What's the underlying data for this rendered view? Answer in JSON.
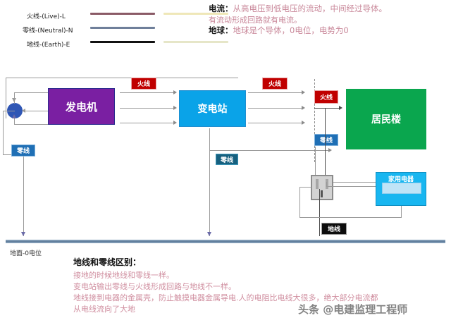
{
  "legend": {
    "items": [
      {
        "label": "火线-(Live)-L",
        "color": "#8a5a66",
        "glow": "#efe7b8"
      },
      {
        "label": "零线-(Neutral)-N",
        "color": "#6f7f9a",
        "glow": "#ffffff"
      },
      {
        "label": "地线-(Earth)-E",
        "color": "#111111",
        "glow": "#e6e6c8"
      }
    ]
  },
  "notes_top": {
    "line1_key": "电流：",
    "line1_text": "从高电压到低电压的流动，中间经过导体。",
    "line2_text": "有流动形成回路就有电流。",
    "line3_key": "地球：",
    "line3_text": "地球是个导体，0电位，电势为0"
  },
  "blocks": {
    "generator": "发电机",
    "substation": "变电站",
    "residential": "居民楼",
    "appliance": "家用电器"
  },
  "tags": {
    "live_1": "火线",
    "live_2": "火线",
    "live_3": "火线",
    "neutral_left": "零线",
    "neutral_mid": "零线",
    "neutral_right": "零线",
    "earth": "地线"
  },
  "ground": {
    "caption": "地面-0电位"
  },
  "notes_bottom": {
    "title": "地线和零线区别：",
    "lines": [
      "接地的时候地线和零线一样。",
      "变电站输出零线与火线形成回路与地线不一样。",
      "地线接到电器的金属壳，防止触摸电器金属导电.人的电阻比电线大很多，绝大部分电流都",
      "从电线流向了大地"
    ]
  },
  "watermark": {
    "text": "头条 @电建监理工程师"
  },
  "colors": {
    "generator": "#7a1fa2",
    "substation": "#0aa3e8",
    "residential": "#0aa64e",
    "appliance": "#18b6f0",
    "live_tag": "#c00000",
    "neutral_tag": "#1f6fb5",
    "earth_tag": "#0d0d0d",
    "node": "#2f56b5"
  }
}
